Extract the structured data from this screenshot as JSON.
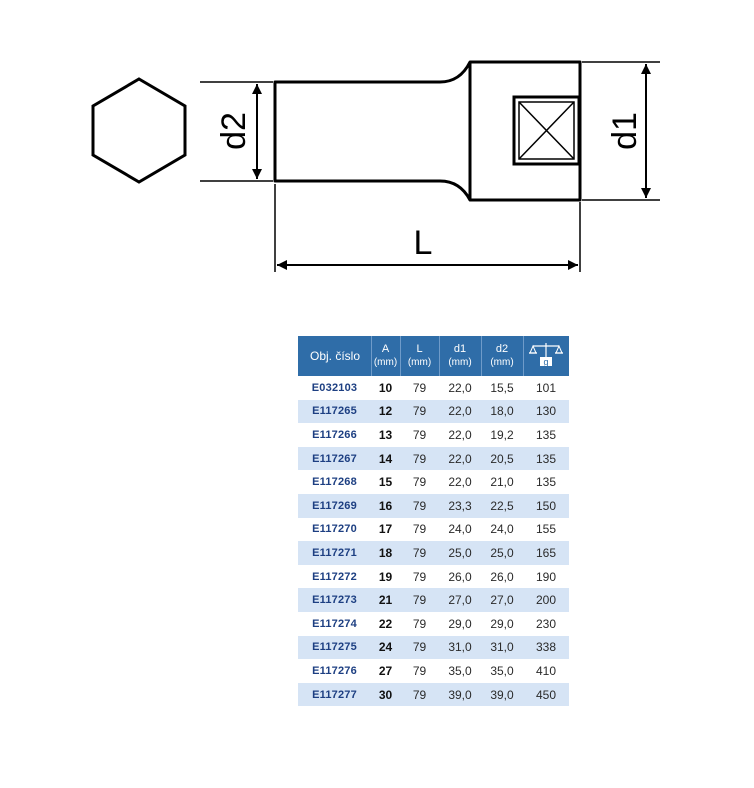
{
  "drawing": {
    "labels": {
      "d2": "d2",
      "d1": "d1",
      "L": "L"
    }
  },
  "table": {
    "headers": [
      {
        "name": "Obj. číslo",
        "unit": ""
      },
      {
        "name": "A",
        "unit": "(mm)"
      },
      {
        "name": "L",
        "unit": "(mm)"
      },
      {
        "name": "d1",
        "unit": "(mm)"
      },
      {
        "name": "d2",
        "unit": "(mm)"
      },
      {
        "name": "",
        "unit": "g",
        "icon": "scale-weight-icon"
      }
    ],
    "rows": [
      [
        "E032103",
        "10",
        "79",
        "22,0",
        "15,5",
        "101"
      ],
      [
        "E117265",
        "12",
        "79",
        "22,0",
        "18,0",
        "130"
      ],
      [
        "E117266",
        "13",
        "79",
        "22,0",
        "19,2",
        "135"
      ],
      [
        "E117267",
        "14",
        "79",
        "22,0",
        "20,5",
        "135"
      ],
      [
        "E117268",
        "15",
        "79",
        "22,0",
        "21,0",
        "135"
      ],
      [
        "E117269",
        "16",
        "79",
        "23,3",
        "22,5",
        "150"
      ],
      [
        "E117270",
        "17",
        "79",
        "24,0",
        "24,0",
        "155"
      ],
      [
        "E117271",
        "18",
        "79",
        "25,0",
        "25,0",
        "165"
      ],
      [
        "E117272",
        "19",
        "79",
        "26,0",
        "26,0",
        "190"
      ],
      [
        "E117273",
        "21",
        "79",
        "27,0",
        "27,0",
        "200"
      ],
      [
        "E117274",
        "22",
        "79",
        "29,0",
        "29,0",
        "230"
      ],
      [
        "E117275",
        "24",
        "79",
        "31,0",
        "31,0",
        "338"
      ],
      [
        "E117276",
        "27",
        "79",
        "35,0",
        "35,0",
        "410"
      ],
      [
        "E117277",
        "30",
        "79",
        "39,0",
        "39,0",
        "450"
      ]
    ]
  }
}
